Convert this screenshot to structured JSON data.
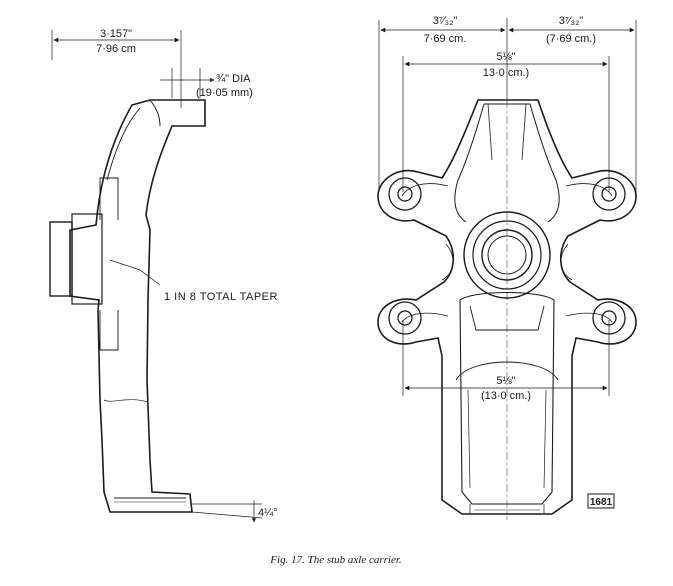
{
  "side_view": {
    "overall_width_in": "3·157\"",
    "overall_width_cm": "7·96 cm",
    "pin_dia_in": "¾\" DIA",
    "pin_dia_mm": "(19·05 mm)",
    "taper_label": "1 IN 8 TOTAL TAPER",
    "base_angle": "4¼°"
  },
  "front_view": {
    "left_half_in": "3⁷⁄₃₂\"",
    "left_half_cm": "7·69 cm.",
    "right_half_in": "3⁷⁄₃₂\"",
    "right_half_cm": "(7·69 cm.)",
    "upper_span_in": "5⅛\"",
    "upper_span_cm": "13·0 cm.)",
    "lower_span_in": "5⅛\"",
    "lower_span_cm": "(13·0 cm.)",
    "drawing_number": "1681"
  },
  "caption": "Fig. 17.   The stub axle carrier."
}
